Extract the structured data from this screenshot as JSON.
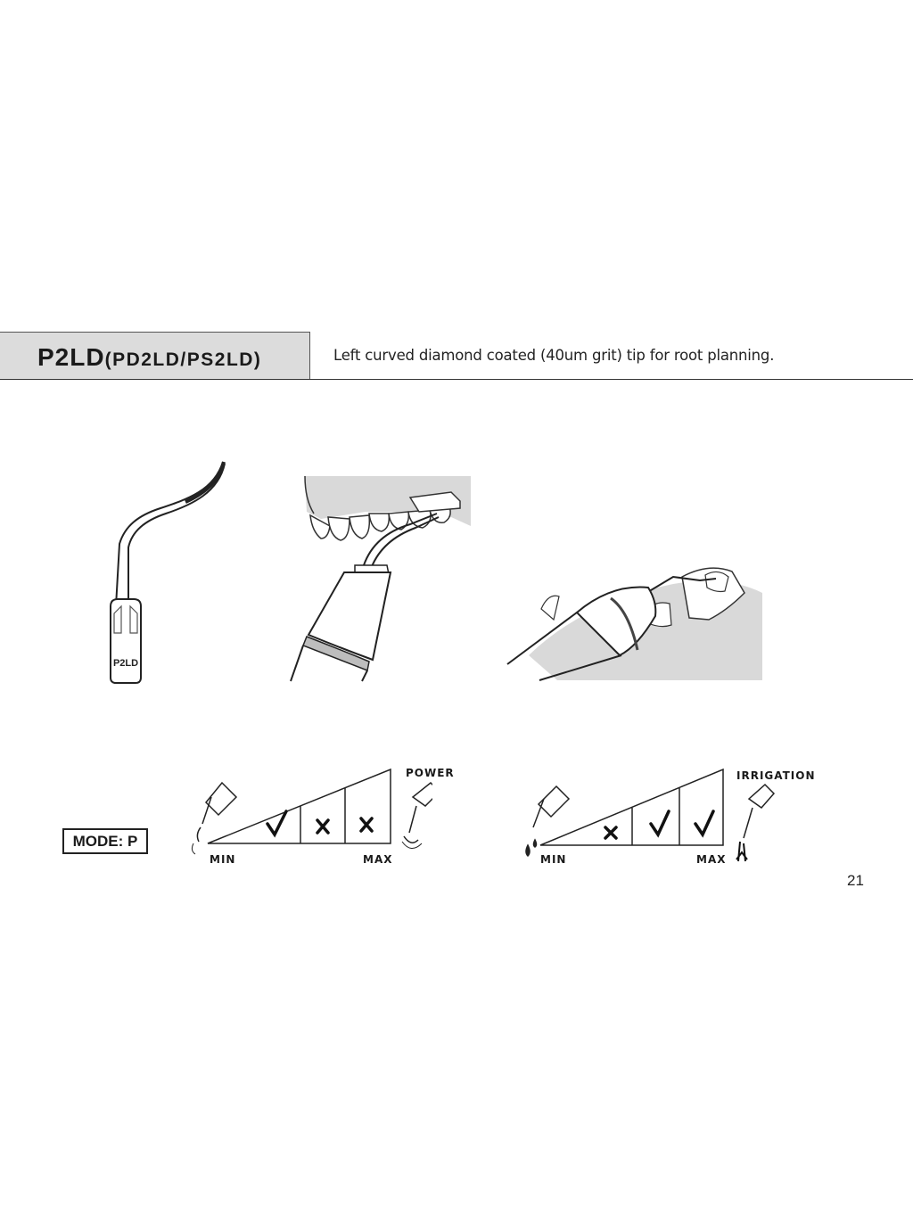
{
  "header": {
    "model": "P2LD",
    "variants": "(PD2LD/PS2LD)",
    "description": "Left curved diamond coated (40um grit) tip for root planning."
  },
  "tip_label": "P2LD",
  "mode": "MODE: P",
  "power_scale": {
    "title": "POWER",
    "min_label": "MIN",
    "max_label": "MAX",
    "marks": [
      "check",
      "cross",
      "cross"
    ]
  },
  "irrigation_scale": {
    "title": "IRRIGATION",
    "min_label": "MIN",
    "max_label": "MAX",
    "marks": [
      "cross",
      "check",
      "check"
    ]
  },
  "page_number": "21"
}
